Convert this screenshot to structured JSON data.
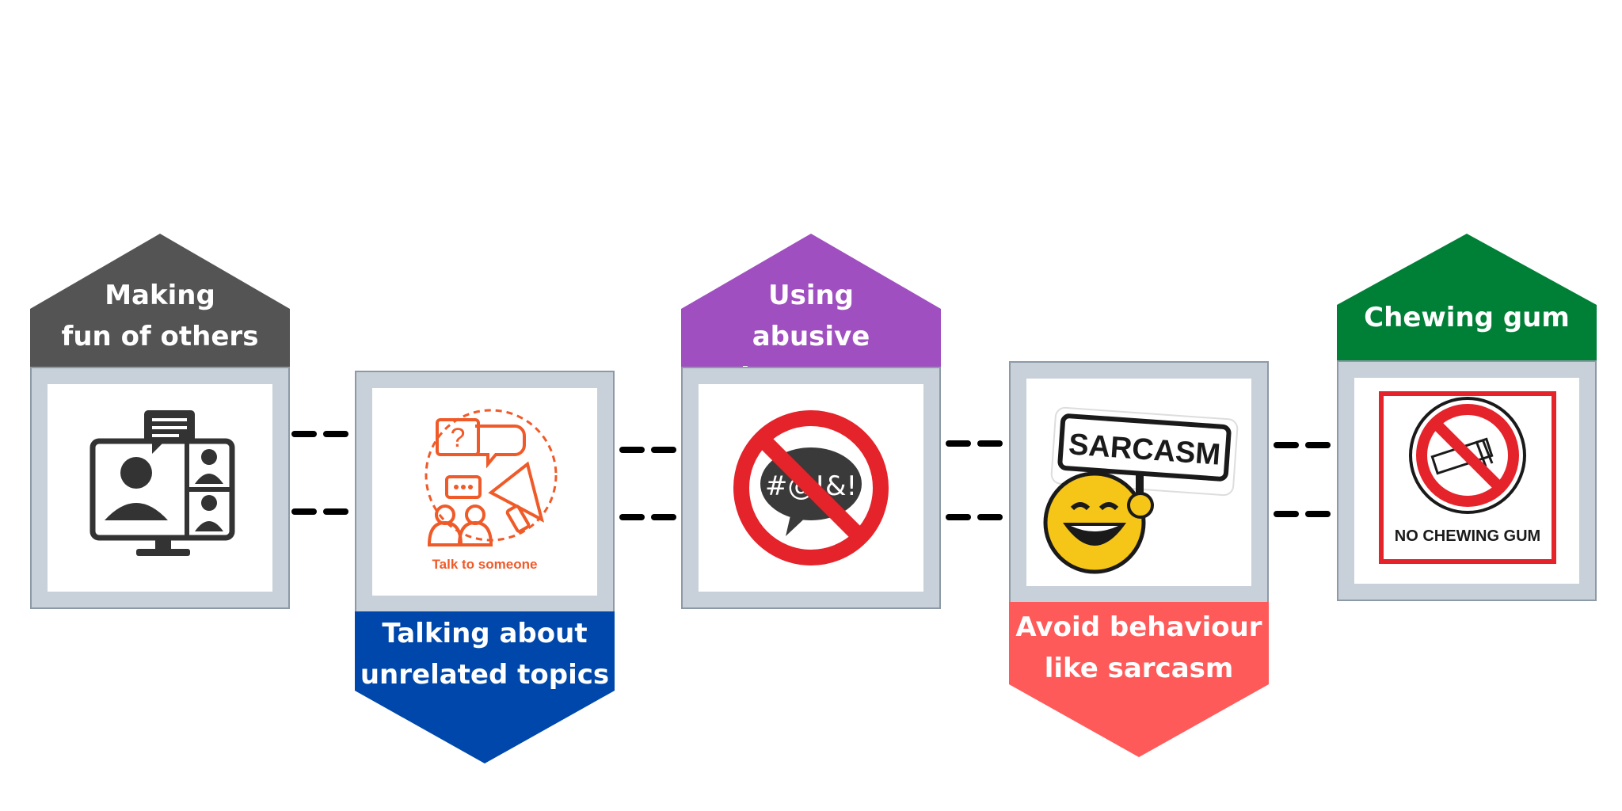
{
  "steps": [
    {
      "label": "Making\nfun of others",
      "color": "#545454",
      "pointer": "up",
      "icon": "video-call-icon"
    },
    {
      "label": "Talking about\nunrelated topics",
      "color": "#0047ab",
      "pointer": "down",
      "icon": "talk-to-someone-icon",
      "icon_caption": "Talk to someone",
      "icon_color": "#f05a28"
    },
    {
      "label": "Using\nabusive language",
      "color": "#a04fc0",
      "pointer": "up",
      "icon": "no-swearing-icon",
      "icon_caption": "#@!&!"
    },
    {
      "label": "Avoid behaviour\nlike sarcasm",
      "color": "#ff5a5a",
      "pointer": "down",
      "icon": "sarcasm-sign-icon",
      "icon_caption": "SARCASM"
    },
    {
      "label": "Chewing gum",
      "color": "#008037",
      "pointer": "up",
      "icon": "no-chewing-gum-icon",
      "icon_caption": "NO CHEWING GUM"
    }
  ]
}
